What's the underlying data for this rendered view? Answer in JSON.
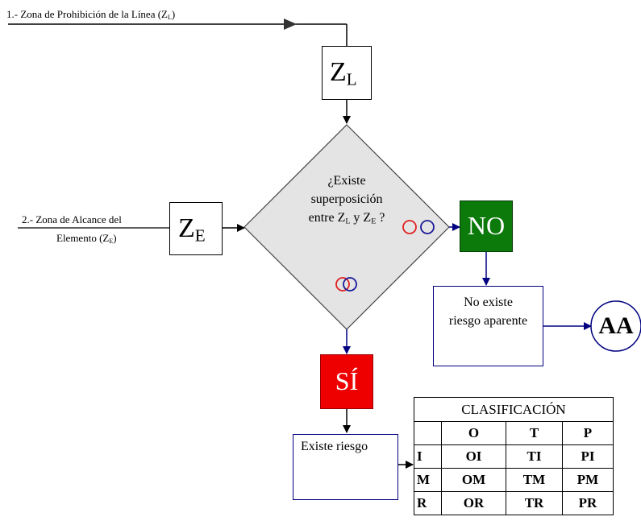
{
  "step1": {
    "label": "1.- Zona de Prohibición de la Línea (Z",
    "sub": "L",
    "tail": ")"
  },
  "zl_box": {
    "main": "Z",
    "sub": "L"
  },
  "step2": {
    "line1": "2.- Zona de Alcance del",
    "line2": "Elemento (Z",
    "line2_sub": "E",
    "line2_tail": ")"
  },
  "ze_box": {
    "main": "Z",
    "sub": "E"
  },
  "decision": {
    "line1": "¿Existe",
    "line2": "superposición",
    "line3a": "entre Z",
    "line3a_sub": "L",
    "line3b": " y Z",
    "line3b_sub": "E",
    "line3c": " ?"
  },
  "no_box": {
    "label": "NO",
    "color": "#0b7a0b"
  },
  "si_box": {
    "label": "SÍ",
    "color": "#ee0000"
  },
  "no_result": {
    "line1": "No existe",
    "line2": "riesgo aparente"
  },
  "yes_result": {
    "label": "Existe riesgo"
  },
  "terminal": {
    "label": "AA"
  },
  "colors": {
    "arrow": "#000080",
    "diamond_fill": "#e4e4e4",
    "circle_red": "#e02020",
    "circle_blue": "#1a1a9a"
  },
  "classification": {
    "title": "CLASIFICACIÓN",
    "columns": [
      "",
      "O",
      "T",
      "P"
    ],
    "rows": [
      [
        "I",
        "OI",
        "TI",
        "PI"
      ],
      [
        "M",
        "OM",
        "TM",
        "PM"
      ],
      [
        "R",
        "OR",
        "TR",
        "PR"
      ]
    ]
  }
}
